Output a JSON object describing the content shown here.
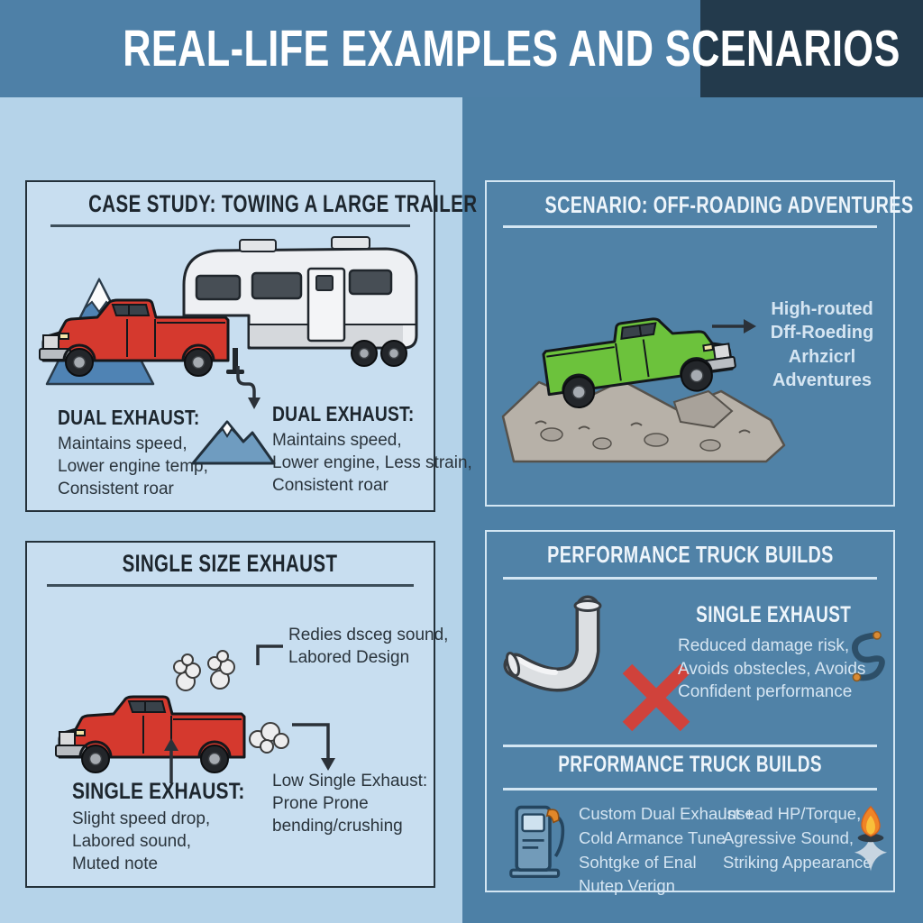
{
  "palette": {
    "header_left_bg": "#4e80a7",
    "header_right_bg": "#233a4c",
    "left_col_bg": "#b5d3e9",
    "left_panel_bg": "#c8def0",
    "panel_border_dark": "#24313a",
    "dark_text": "#1d262e",
    "right_col_bg": "#4d80a6",
    "right_panel_border": "#d3e6f3",
    "light_text": "#eef5fb",
    "light_body_text": "#d5e5f2",
    "truck_red": "#d5392e",
    "truck_green": "#6cc23c",
    "x_red": "#e23a2d",
    "flame_orange": "#f08426"
  },
  "header": {
    "title": "REAL-LIFE EXAMPLES AND SCENARIOS"
  },
  "left": {
    "panel1": {
      "title": "CASE STUDY: TOWING A LARGE TRAILER",
      "block_left": {
        "heading": "DUAL EXHAUST:",
        "lines": [
          "Maintains speed,",
          "Lower engine temp,",
          "Consistent roar"
        ]
      },
      "block_right": {
        "heading": "DUAL EXHAUST:",
        "lines": [
          "Maintains speed,",
          "Lower engine, Less strain,",
          "Consistent roar"
        ]
      }
    },
    "panel2": {
      "title": "SINGLE SIZE EXHAUST",
      "annotation": {
        "lines": [
          "Redies dsceg sound,",
          "Labored Design"
        ]
      },
      "block_left": {
        "heading": "SINGLE EXHAUST:",
        "lines": [
          "Slight speed drop,",
          "Labored sound,",
          "Muted note"
        ]
      },
      "block_right": {
        "lines": [
          "Low Single Exhaust:",
          "Prone Prone",
          "bending/crushing"
        ]
      }
    }
  },
  "right": {
    "panel1": {
      "title": "SCENARIO: OFF-ROADING ADVENTURES",
      "caption": {
        "lines": [
          "High-routed",
          "Dff-Roeding Arhzicrl",
          "Adventures"
        ]
      }
    },
    "panel2": {
      "title": "PERFORMANCE TRUCK BUILDS",
      "section1": {
        "heading": "SINGLE EXHAUST",
        "lines": [
          "Reduced damage risk,",
          "Avoids obstecles, Avoids",
          "Confident performance"
        ]
      },
      "subtitle": "PRFORMANCE TRUCK BUILDS",
      "section2": {
        "col1": [
          "Custom Dual Exhaust +",
          "Cold Armance Tune",
          "Sohtgke of Enal",
          "Nutep Verign"
        ],
        "col2": [
          "Insead HP/Torque,",
          "Agressive Sound,",
          "Striking Appearance"
        ]
      }
    }
  }
}
